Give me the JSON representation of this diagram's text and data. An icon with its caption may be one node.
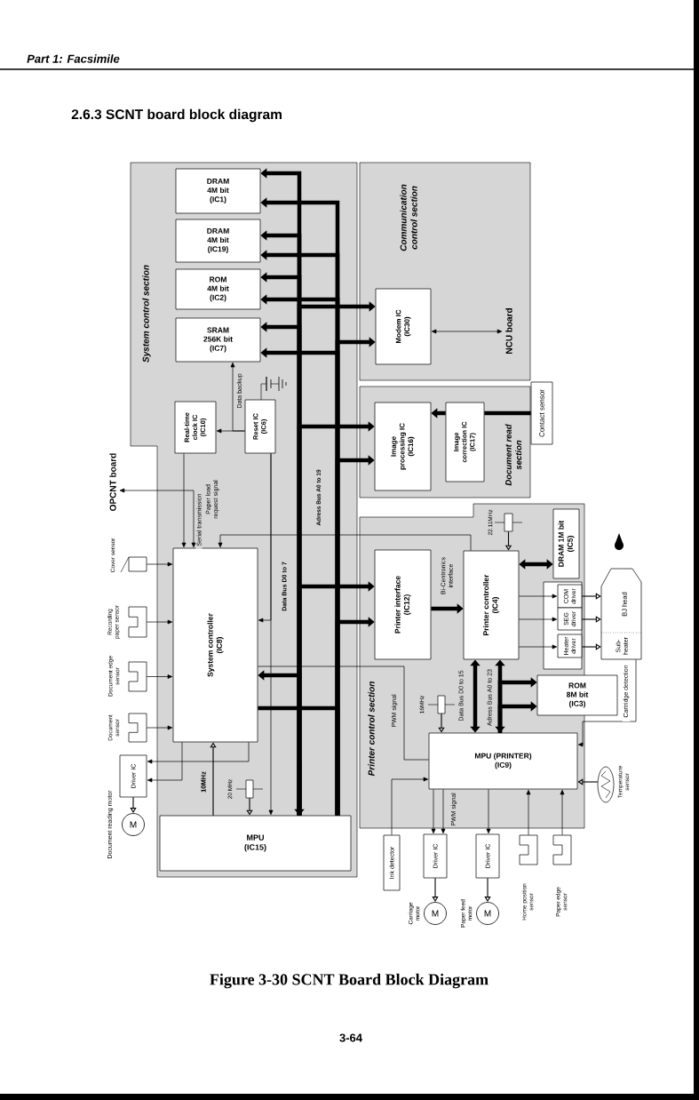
{
  "diagram": {
    "title": "2.6.3 SCNT board block diagram",
    "caption": "Figure 3-30 SCNT Board Block Diagram",
    "nodes": [
      {
        "text": [
          "System control section"
        ]
      },
      {
        "text": [
          "Communication control section"
        ]
      },
      {
        "text": [
          "Document read section"
        ]
      },
      {
        "text": [
          "Printer control section"
        ]
      },
      {
        "text": [
          "DRAM 4M bit (IC1)"
        ],
        "in": 0
      },
      {
        "text": [
          "DRAM 4M bit (IC19)"
        ],
        "in": 0
      },
      {
        "text": [
          "ROM 4M bit (IC2)"
        ],
        "in": 0
      },
      {
        "text": [
          "SRAM 256K bit (IC7)"
        ],
        "in": 0
      },
      {
        "text": [
          "Real-time clock IC (IC10)"
        ],
        "in": 0
      },
      {
        "text": [
          "Reset IC (IC6)"
        ],
        "in": 0
      },
      {
        "text": [
          "System controller (IC8)"
        ],
        "in": 0
      },
      {
        "text": [
          "MPU (IC15)"
        ],
        "in": 0
      },
      {
        "text": [
          "Modem IC (IC30)"
        ],
        "in": 1
      },
      {
        "text": [
          "NCU board"
        ],
        "in": 1
      },
      {
        "text": [
          "Image processing IC (IC16)"
        ],
        "in": 2
      },
      {
        "text": [
          "Image correction IC (IC17)"
        ],
        "in": 2
      },
      {
        "text": [
          "Contact sensor"
        ]
      },
      {
        "text": [
          "Printer interface (IC12)"
        ],
        "in": 3
      },
      {
        "text": [
          "Printer controller (IC4)"
        ],
        "in": 3
      },
      {
        "text": [
          "DRAM 1M bit (IC5)"
        ],
        "in": 3
      },
      {
        "text": [
          "ROM 8M bit (IC3)"
        ]
      },
      {
        "text": [
          "MPU (PRINTER) (IC9)"
        ],
        "in": 3
      },
      {
        "text": [],
        "shape": "box",
        "in": 3
      },
      {
        "text": [
          "COM driver"
        ],
        "in": 22
      },
      {
        "text": [
          "SEG driver"
        ],
        "in": 22
      },
      {
        "text": [
          "Heater driver"
        ],
        "in": 22
      },
      {
        "text": [
          "BJ head",
          "Sub- heater"
        ]
      },
      {
        "text": [],
        "shape": "thermistor",
        "beside": [
          "Temperature sensor"
        ]
      },
      {
        "text": [
          "Ink detector"
        ]
      },
      {
        "text": [
          "Driver IC"
        ]
      },
      {
        "text": [
          "M"
        ],
        "beside": [
          "Carriage motor"
        ]
      },
      {
        "text": [
          "Driver IC"
        ]
      },
      {
        "text": [
          "M"
        ],
        "beside": [
          "Paper feed motor"
        ]
      },
      {
        "text": [],
        "shape": "sensor",
        "beside": [
          "Home position sensor"
        ]
      },
      {
        "text": [],
        "shape": "sensor",
        "beside": [
          "Paper edge sensor"
        ]
      },
      {
        "text": [
          "M"
        ],
        "beside": [
          "Document reading motor"
        ]
      },
      {
        "text": [
          "Driver IC"
        ]
      },
      {
        "text": [],
        "shape": "sensor",
        "beside": [
          "Document sensor"
        ]
      },
      {
        "text": [],
        "shape": "sensor",
        "beside": [
          "Document edge sensor"
        ]
      },
      {
        "text": [],
        "shape": "sensor",
        "beside": [
          "Recording paper sensor"
        ]
      },
      {
        "text": [],
        "shape": "switch",
        "beside": [
          "Cover sensor"
        ]
      },
      {
        "text": [
          "OPCNT board"
        ]
      },
      {
        "text": [],
        "shape": "crystal",
        "beside": [
          "22.11MHz"
        ],
        "in": 3
      },
      {
        "text": [],
        "shape": "crystal",
        "beside": [
          "16MHz"
        ],
        "in": 3
      },
      {
        "text": [],
        "shape": "crystal",
        "beside": [
          "20 MHz"
        ],
        "in": 0
      }
    ],
    "edges": [
      {
        "from": 11,
        "to": 4,
        "arrow": "both",
        "style": "thick"
      },
      {
        "from": 11,
        "to": 5,
        "arrow": "both",
        "style": "thick"
      },
      {
        "from": 11,
        "to": 6,
        "arrow": "both",
        "style": "thick"
      },
      {
        "from": 11,
        "to": 7,
        "arrow": "both",
        "style": "thick"
      },
      {
        "from": 11,
        "to": 12,
        "arrow": "both",
        "style": "thick"
      },
      {
        "from": 11,
        "to": 14,
        "arrow": "both",
        "style": "thick"
      },
      {
        "from": 11,
        "to": 17,
        "arrow": "both",
        "style": "thick"
      },
      {
        "from": 11,
        "to": 10,
        "arrow": "both",
        "style": "thick"
      },
      {
        "from": 11,
        "to": 4,
        "arrow": "to",
        "style": "thick"
      },
      {
        "from": 11,
        "to": 5,
        "arrow": "to",
        "style": "thick"
      },
      {
        "from": 11,
        "to": 6,
        "arrow": "to",
        "style": "thick"
      },
      {
        "from": 11,
        "to": 7,
        "arrow": "to",
        "style": "thick"
      },
      {
        "from": 11,
        "to": 12,
        "arrow": "to",
        "style": "thick"
      },
      {
        "from": 11,
        "to": 14,
        "arrow": "to",
        "style": "thick"
      },
      {
        "from": 11,
        "to": 17,
        "arrow": "to",
        "style": "thick"
      },
      {
        "from": 11,
        "to": 10,
        "arrow": "none",
        "style": "thick"
      },
      {
        "from": 12,
        "to": 13,
        "arrow": "both"
      },
      {
        "from": 16,
        "to": 15,
        "arrow": "none",
        "style": "thick"
      },
      {
        "from": 15,
        "to": 14,
        "arrow": "to",
        "style": "thick"
      },
      {
        "from": 17,
        "to": 18,
        "arrow": "to",
        "style": "thick",
        "label": "Bi-Centronics interface"
      },
      {
        "from": 18,
        "to": 19,
        "arrow": "both",
        "style": "thick"
      },
      {
        "from": 18,
        "to": 23,
        "arrow": "to"
      },
      {
        "from": 18,
        "to": 24,
        "arrow": "to"
      },
      {
        "from": 18,
        "to": 25,
        "arrow": "to"
      },
      {
        "from": 23,
        "to": 26,
        "arrow": "to"
      },
      {
        "from": 24,
        "to": 26,
        "arrow": "to"
      },
      {
        "from": 25,
        "to": 26,
        "arrow": "to"
      },
      {
        "from": 18,
        "to": 21,
        "arrow": "both",
        "style": "thick",
        "label": "Data Bus D0 to 15"
      },
      {
        "from": 18,
        "to": 21,
        "arrow": "both",
        "style": "thick",
        "label": "Adress Bus A0 to 23"
      },
      {
        "from": 21,
        "to": 20,
        "arrow": "to",
        "style": "thick"
      },
      {
        "from": 21,
        "to": 20,
        "arrow": "to",
        "style": "thick"
      },
      {
        "from": 26,
        "to": 21,
        "arrow": "to",
        "label": "Cartridge detection"
      },
      {
        "from": 27,
        "to": 21,
        "arrow": "to"
      },
      {
        "from": 28,
        "to": 21,
        "arrow": "to"
      },
      {
        "from": 21,
        "to": 29,
        "arrow": "to"
      },
      {
        "from": 21,
        "to": 29,
        "arrow": "to",
        "label": "PWM signal"
      },
      {
        "from": 21,
        "to": 31,
        "arrow": "to"
      },
      {
        "from": 29,
        "to": 30,
        "arrow": "to"
      },
      {
        "from": 31,
        "to": 32,
        "arrow": "to"
      },
      {
        "from": 33,
        "to": 21,
        "arrow": "to"
      },
      {
        "from": 34,
        "to": 21,
        "arrow": "to"
      },
      {
        "from": 43,
        "to": 21,
        "arrow": "to"
      },
      {
        "from": 42,
        "to": 18,
        "arrow": "to"
      },
      {
        "from": 44,
        "to": 11,
        "arrow": "to"
      },
      {
        "from": 11,
        "to": 10,
        "arrow": "to",
        "label": "10MHz"
      },
      {
        "from": 40,
        "to": 10,
        "arrow": "to"
      },
      {
        "from": 39,
        "to": 10,
        "arrow": "to"
      },
      {
        "from": 38,
        "to": 10,
        "arrow": "to"
      },
      {
        "from": 37,
        "to": 10,
        "arrow": "to"
      },
      {
        "from": 10,
        "to": 36,
        "arrow": "to"
      },
      {
        "from": 10,
        "to": 36,
        "arrow": "to"
      },
      {
        "from": 36,
        "to": 35,
        "arrow": "to"
      },
      {
        "from": 8,
        "to": 10,
        "arrow": "to"
      },
      {
        "from": 10,
        "to": 41,
        "arrow": "both",
        "label": "Serial transmission"
      },
      {
        "from": 18,
        "to": 10,
        "arrow": "to",
        "label": "Paper load request signal"
      },
      {
        "from": 9,
        "to": 7,
        "arrow": "to",
        "label": "Data backup"
      },
      {
        "from": 9,
        "to": 8,
        "arrow": "to"
      },
      {
        "from": 9,
        "to": 10,
        "arrow": "to"
      },
      {
        "from": 9,
        "to": 11,
        "arrow": "to"
      },
      {
        "from": 10,
        "to": 21,
        "arrow": "none",
        "label": "PWM signal"
      }
    ],
    "labels": [
      "Part 1: Facsimile",
      "Data Bus D0 to 7",
      "Adress Bus A0 to 19",
      "3-64"
    ]
  }
}
